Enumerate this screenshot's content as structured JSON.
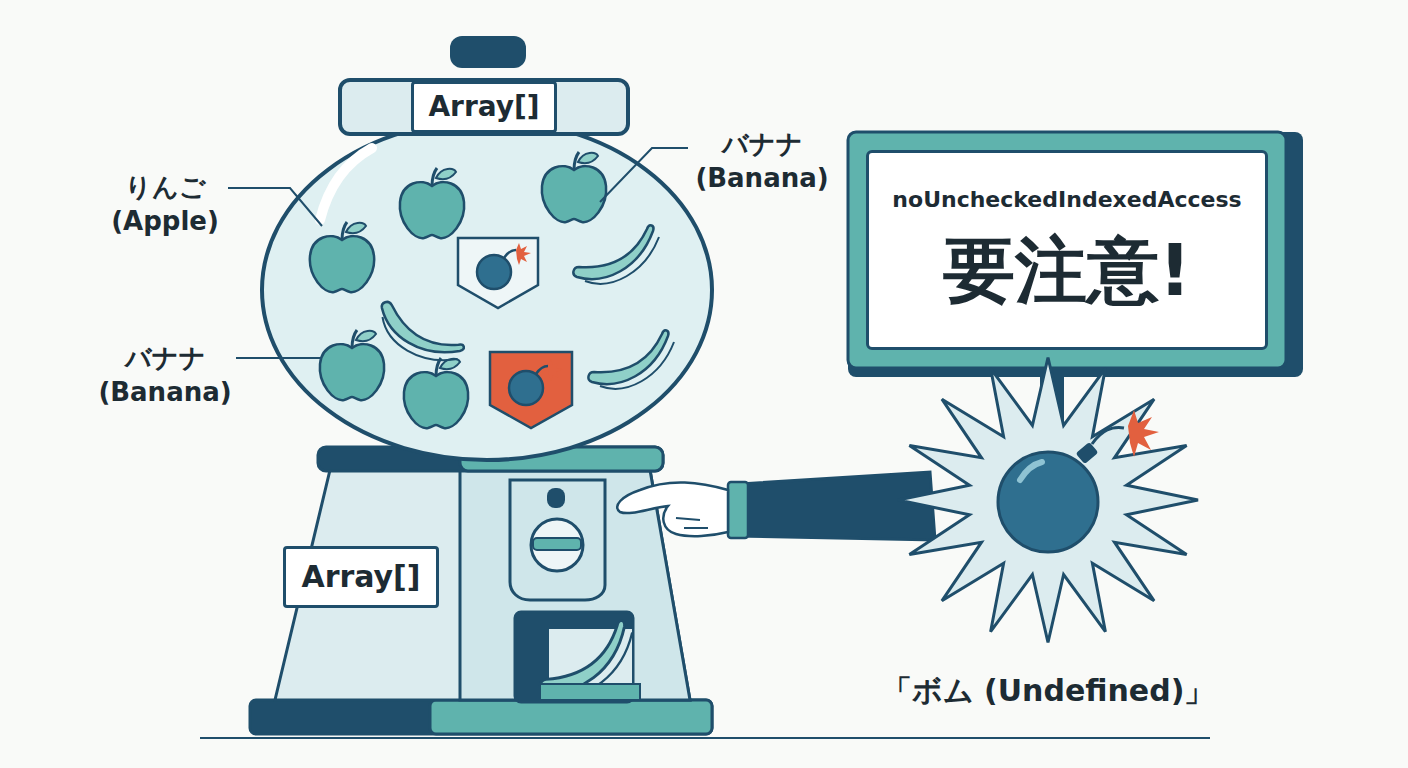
{
  "diagram": {
    "nodes": [
      {
        "text": [
          "Array[]"
        ]
      },
      {
        "text": [
          "noUncheckedIndexedAccess",
          "要注意!"
        ]
      },
      {
        "text": [
          "Array[]"
        ]
      }
    ],
    "labels": [
      "りんご (Apple)",
      "バナナ (Banana)",
      "バナナ (Banana)",
      "「ボム (Undefined)」"
    ]
  }
}
